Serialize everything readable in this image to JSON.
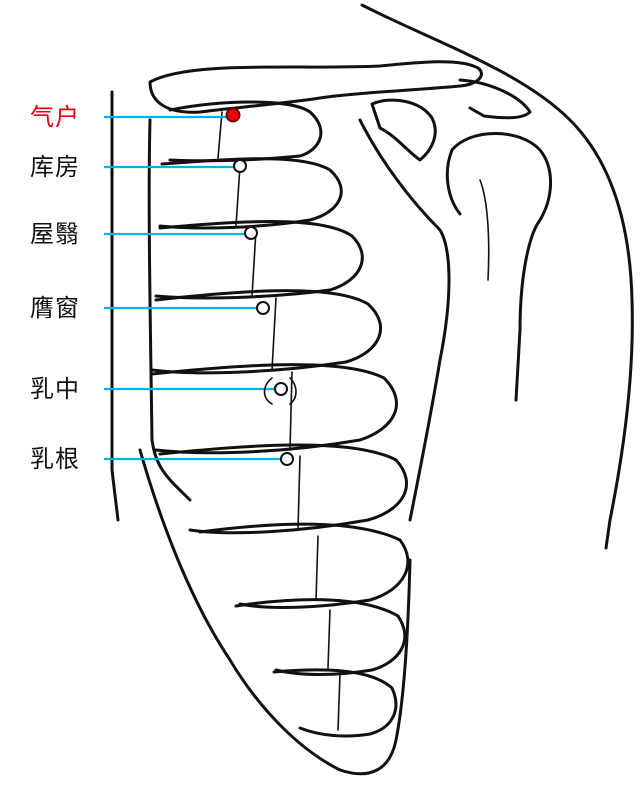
{
  "colors": {
    "label_default": "#111111",
    "label_highlight": "#e60012",
    "leader_line": "#00b4e6",
    "point_highlight": "#e60012",
    "point_default": "#ffffff"
  },
  "acupoints": [
    {
      "name": "气户",
      "highlight": true
    },
    {
      "name": "库房",
      "highlight": false
    },
    {
      "name": "屋翳",
      "highlight": false
    },
    {
      "name": "膺窗",
      "highlight": false
    },
    {
      "name": "乳中",
      "highlight": false
    },
    {
      "name": "乳根",
      "highlight": false
    }
  ]
}
